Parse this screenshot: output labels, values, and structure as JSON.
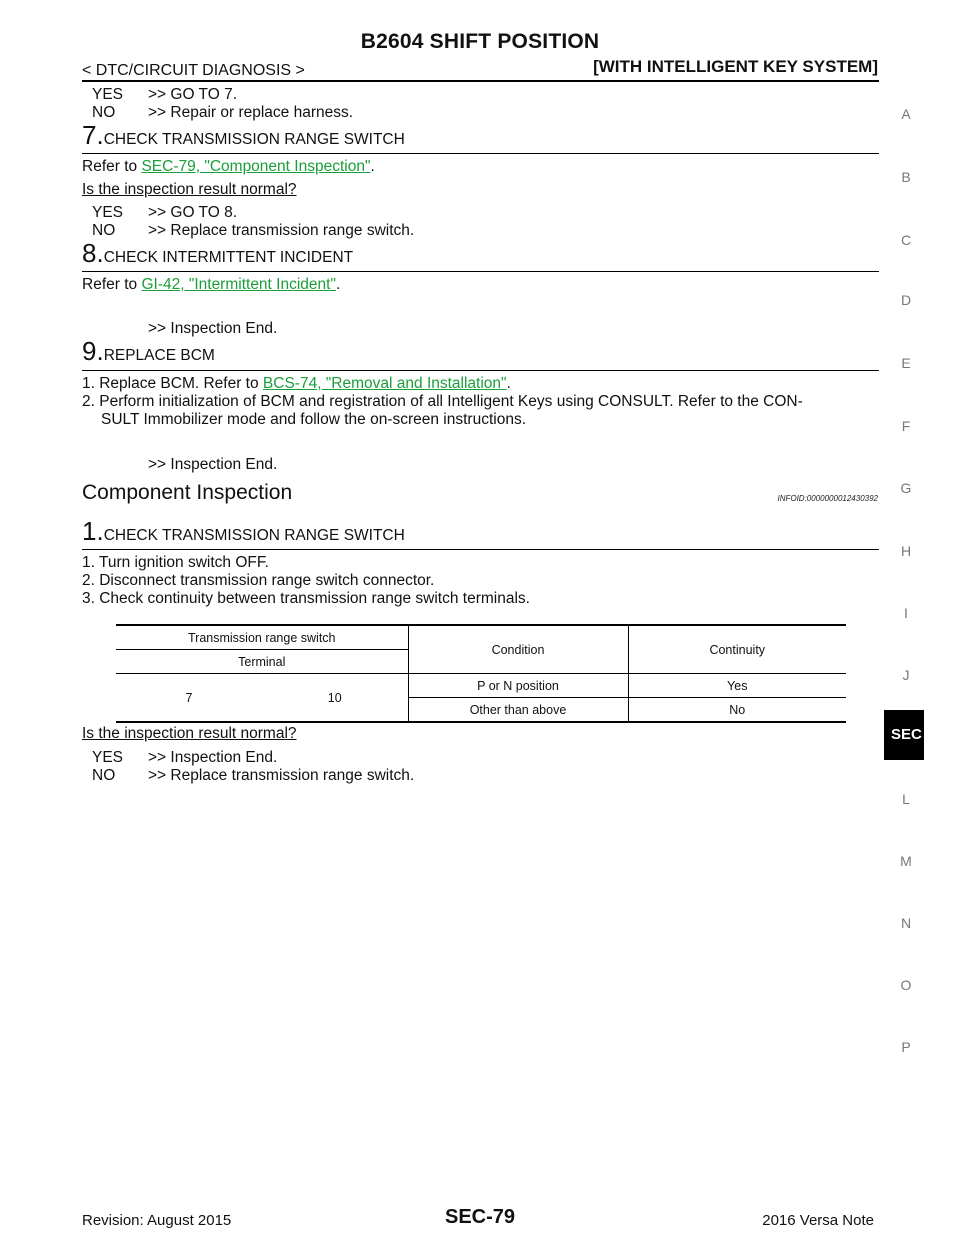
{
  "header": {
    "title": "B2604 SHIFT POSITION",
    "left": "< DTC/CIRCUIT DIAGNOSIS >",
    "right": "[WITH INTELLIGENT KEY SYSTEM]"
  },
  "steps": {
    "s6": {
      "yes_label": "YES",
      "yes_text": ">> GO TO 7.",
      "no_label": "NO",
      "no_text": ">> Repair or replace harness."
    },
    "s7": {
      "num": "7.",
      "title": "CHECK TRANSMISSION RANGE SWITCH",
      "ref_prefix": "Refer to ",
      "ref_link": "SEC-79, \"Component Inspection\"",
      "ref_suffix": ".",
      "question": "Is the inspection result normal?",
      "yes_label": "YES",
      "yes_text": ">> GO TO 8.",
      "no_label": "NO",
      "no_text": ">> Replace transmission range switch."
    },
    "s8": {
      "num": "8.",
      "title": "CHECK INTERMITTENT INCIDENT",
      "ref_prefix": "Refer to ",
      "ref_link": "GI-42, \"Intermittent Incident\"",
      "ref_suffix": ".",
      "end": ">> Inspection End."
    },
    "s9": {
      "num": "9.",
      "title": "REPLACE BCM",
      "item1_prefix": "1. Replace BCM. Refer to ",
      "item1_link": "BCS-74, \"Removal and Installation\"",
      "item1_suffix": ".",
      "item2_line1": "2. Perform initialization of BCM and registration of all Intelligent Keys using CONSULT. Refer to the CON-",
      "item2_line2": "SULT Immobilizer mode and follow the on-screen instructions.",
      "end": ">> Inspection End."
    }
  },
  "component_inspection": {
    "heading": "Component Inspection",
    "infoid": "INFOID:0000000012430392",
    "step1": {
      "num": "1.",
      "title": "CHECK TRANSMISSION RANGE SWITCH",
      "items": [
        "1. Turn ignition switch OFF.",
        "2. Disconnect transmission range switch connector.",
        "3. Check continuity between transmission range switch terminals."
      ],
      "question": "Is the inspection result normal?",
      "yes_label": "YES",
      "yes_text": ">> Inspection End.",
      "no_label": "NO",
      "no_text": ">> Replace transmission range switch."
    },
    "table": {
      "group_header": "Transmission range switch",
      "sub_header": "Terminal",
      "col_condition": "Condition",
      "col_continuity": "Continuity",
      "term_a": "7",
      "term_b": "10",
      "rows": [
        {
          "condition": "P or N position",
          "continuity": "Yes"
        },
        {
          "condition": "Other than above",
          "continuity": "No"
        }
      ]
    }
  },
  "side_index": [
    "A",
    "B",
    "C",
    "D",
    "E",
    "F",
    "G",
    "H",
    "I",
    "J",
    "L",
    "M",
    "N",
    "O",
    "P"
  ],
  "side_tab": "SEC",
  "footer": {
    "left": "Revision: August 2015",
    "center": "SEC-79",
    "right": "2016 Versa Note"
  }
}
